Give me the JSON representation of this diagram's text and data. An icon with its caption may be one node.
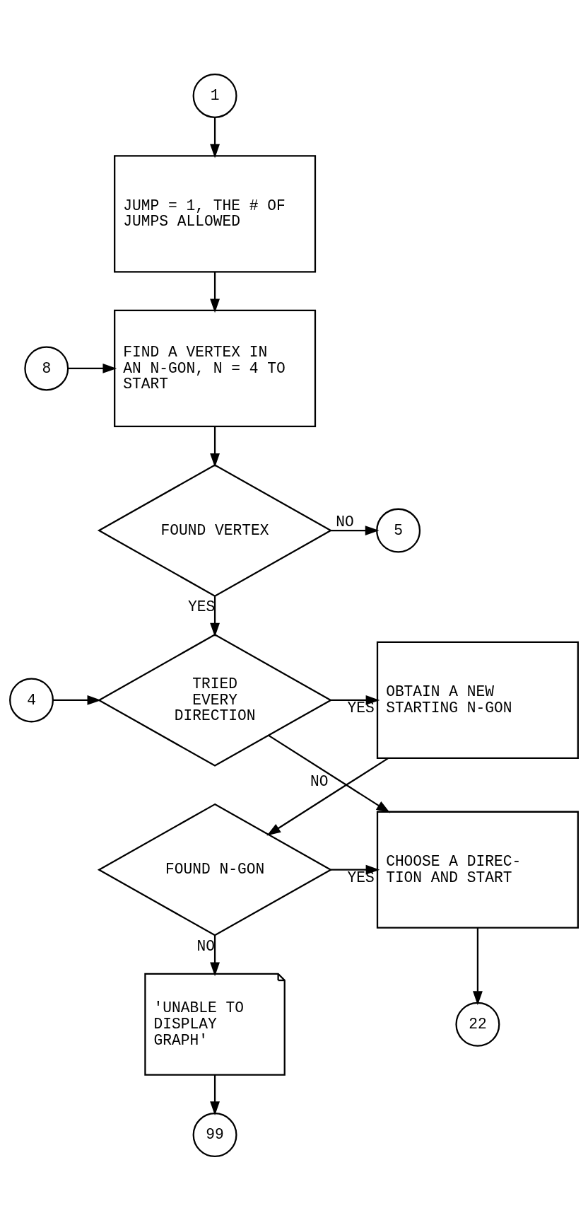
{
  "diagram": {
    "nodes": [
      {
        "text": [
          "1"
        ]
      },
      {
        "text": [
          "JUMP = 1, THE # OF JUMPS ALLOWED"
        ]
      },
      {
        "text": [
          "FIND A VERTEX IN AN N-GON, N = 4 TO START"
        ]
      },
      {
        "text": [
          "8"
        ]
      },
      {
        "text": [
          "FOUND VERTEX"
        ]
      },
      {
        "text": [
          "5"
        ]
      },
      {
        "text": [
          "OBTAIN A NEW STARTING N-GON"
        ]
      },
      {
        "text": [
          "TRIED EVERY DIRECTION"
        ]
      },
      {
        "text": [
          "4"
        ]
      },
      {
        "text": [
          "FOUND N-GON"
        ]
      },
      {
        "text": [
          "CHOOSE A DIREC- TION AND START"
        ]
      },
      {
        "text": [
          "'UNABLE TO DISPLAY GRAPH'"
        ]
      },
      {
        "text": [
          "22"
        ]
      },
      {
        "text": [
          "99"
        ]
      }
    ],
    "edges": [
      {
        "from": 0,
        "to": 1,
        "arrow": "to"
      },
      {
        "from": 1,
        "to": 2,
        "arrow": "to"
      },
      {
        "from": 3,
        "to": 2,
        "arrow": "to"
      },
      {
        "from": 2,
        "to": 4,
        "arrow": "to"
      },
      {
        "from": 4,
        "to": 5,
        "arrow": "to",
        "label": "NO"
      },
      {
        "from": 4,
        "to": 7,
        "arrow": "to",
        "label": "YES"
      },
      {
        "from": 8,
        "to": 7,
        "arrow": "to"
      },
      {
        "from": 7,
        "to": 6,
        "arrow": "to",
        "label": "YES"
      },
      {
        "from": 7,
        "to": 10,
        "arrow": "to",
        "label": "NO"
      },
      {
        "from": 6,
        "to": 9,
        "arrow": "to"
      },
      {
        "from": 9,
        "to": 10,
        "arrow": "to",
        "label": "YES"
      },
      {
        "from": 9,
        "to": 11,
        "arrow": "to",
        "label": "NO"
      },
      {
        "from": 10,
        "to": 12,
        "arrow": "to"
      },
      {
        "from": 11,
        "to": 13,
        "arrow": "to"
      }
    ]
  }
}
